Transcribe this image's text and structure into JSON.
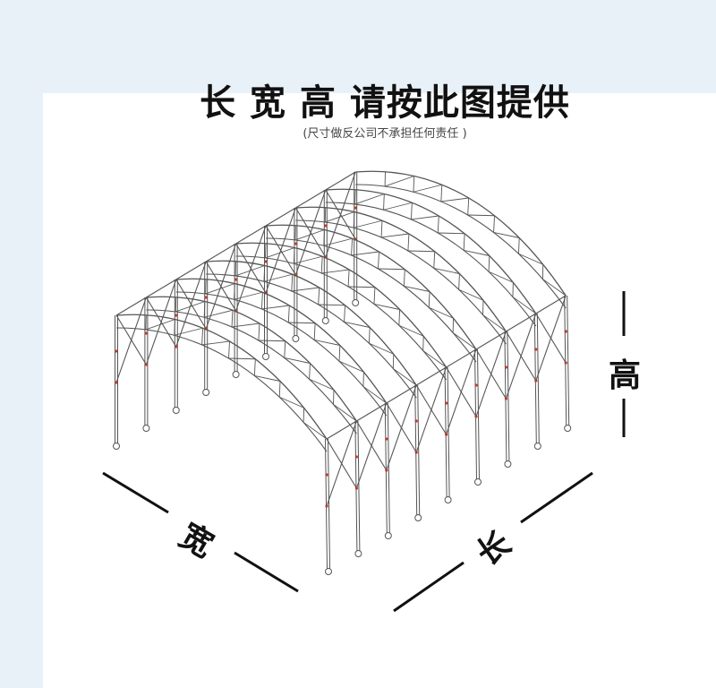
{
  "title": "长 宽 高 请按此图提供",
  "subtitle": "(尺寸做反公司不承担任何责任 )",
  "dimensions": {
    "height_label": "高",
    "width_label": "宽",
    "length_label": "长"
  },
  "frame_count": 9,
  "colors": {
    "background": "#e9f1f8",
    "frame": "#555555",
    "joint": "#c0392b"
  }
}
